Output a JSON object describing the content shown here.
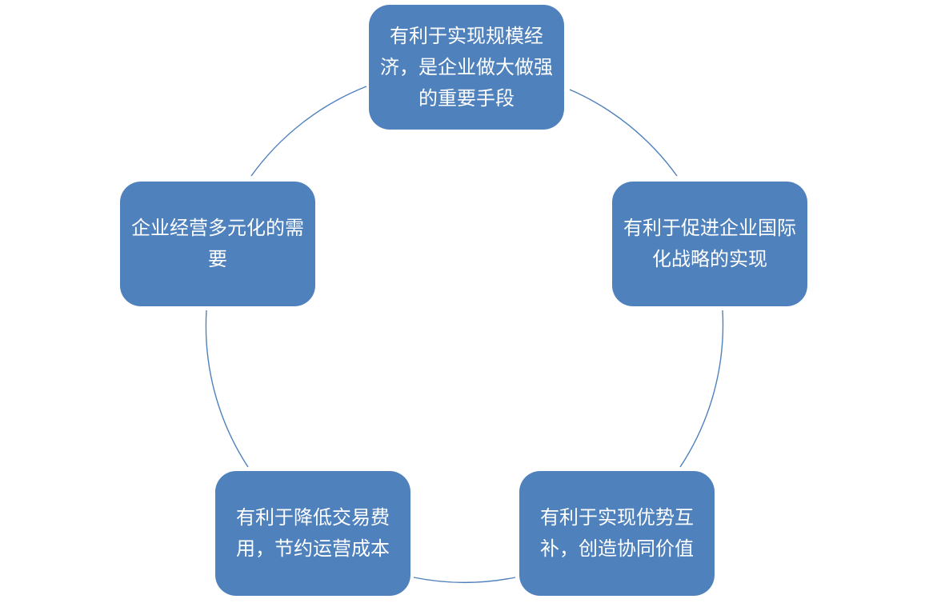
{
  "diagram": {
    "type": "cycle",
    "colors": {
      "node_fill": "#4f81bd",
      "node_text": "#ffffff",
      "connector": "#4f81bd"
    },
    "nodes": [
      {
        "text": "有利于实现规模经济，是企业做大做强的重要手段"
      },
      {
        "text": "有利于促进企业国际化战略的实现"
      },
      {
        "text": "有利于实现优势互补，创造协同价值"
      },
      {
        "text": "有利于降低交易费用，节约运营成本"
      },
      {
        "text": "企业经营多元化的需要"
      }
    ]
  }
}
